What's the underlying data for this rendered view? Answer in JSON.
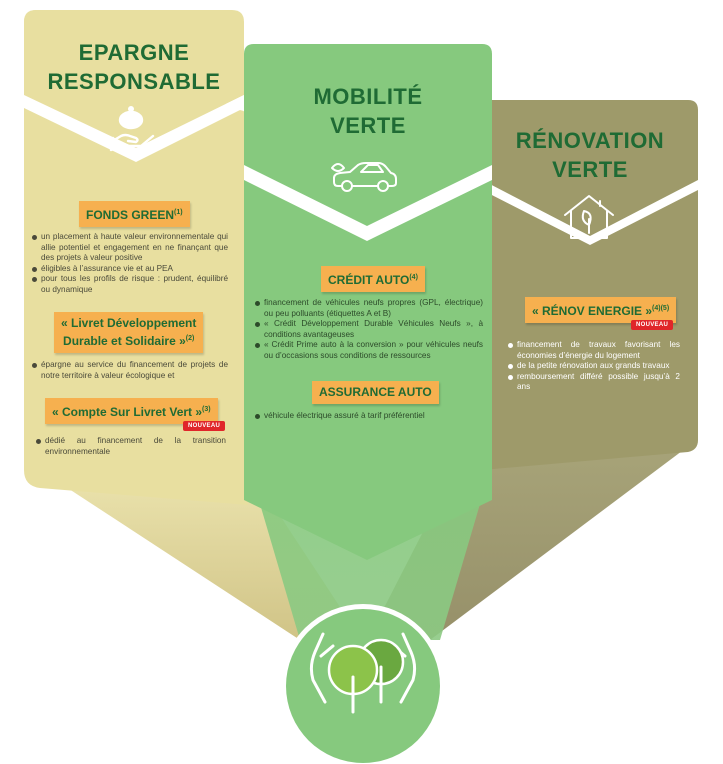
{
  "colors": {
    "epargne_panel": "#e8dfa0",
    "mobilite_panel": "#86c97e",
    "renovation_panel": "#9e9a6a",
    "title_green": "#1f6b34",
    "tag_orange": "#f6b04f",
    "badge_red": "#e0262a",
    "circle_green": "#86c97e"
  },
  "epargne": {
    "title_line1": "EPARGNE",
    "title_line2": "RESPONSABLE",
    "icon": "piggy-bank-hand-icon",
    "fonds_green": {
      "label": "FONDS GREEN",
      "note": "(1)"
    },
    "fonds_green_items": [
      "un placement à haute valeur environnementale qui allie potentiel et engagement en ne finançant que des projets à valeur positive",
      "éligibles à l’assurance vie et au PEA",
      "pour tous les profils de risque : prudent, équilibré ou dynamique"
    ],
    "ldds": {
      "line1": "« Livret Développement",
      "line2": "Durable et Solidaire »",
      "note": "(2)"
    },
    "ldds_items": [
      "épargne au service du financement de projets de notre territoire à valeur écologique et"
    ],
    "cslv": {
      "label": "« Compte Sur Livret Vert »",
      "note": "(3)",
      "badge": "NOUVEAU"
    },
    "cslv_items": [
      "dédié au financement de la transition environnementale"
    ]
  },
  "mobilite": {
    "title_line1": "MOBILITÉ",
    "title_line2": "VERTE",
    "icon": "eco-car-icon",
    "credit_auto": {
      "label": "CRÉDIT AUTO",
      "note": "(4)"
    },
    "credit_items": [
      "financement de véhicules neufs propres (GPL, électrique) ou peu polluants (étiquettes A et B)",
      "« Crédit Développement Durable Véhicules Neufs », à conditions avantageuses",
      "« Crédit Prime auto à la conversion » pour véhicules neufs ou d’occasions sous conditions de ressources"
    ],
    "assurance_auto": {
      "label": "ASSURANCE AUTO"
    },
    "assurance_items": [
      "véhicule électrique assuré à tarif préférentiel"
    ]
  },
  "renovation": {
    "title_line1": "RÉNOVATION",
    "title_line2": "VERTE",
    "icon": "eco-house-icon",
    "renov_energie": {
      "label": "« RÉNOV ENERGIE »",
      "note": "(4)(5)",
      "badge": "NOUVEAU"
    },
    "renov_items": [
      "financement de travaux favorisant les économies d’énergie du logement",
      "de la petite rénovation aux grands travaux",
      "remboursement différé possible jusqu’à 2 ans"
    ]
  },
  "center": {
    "icon": "hands-trees-icon"
  }
}
